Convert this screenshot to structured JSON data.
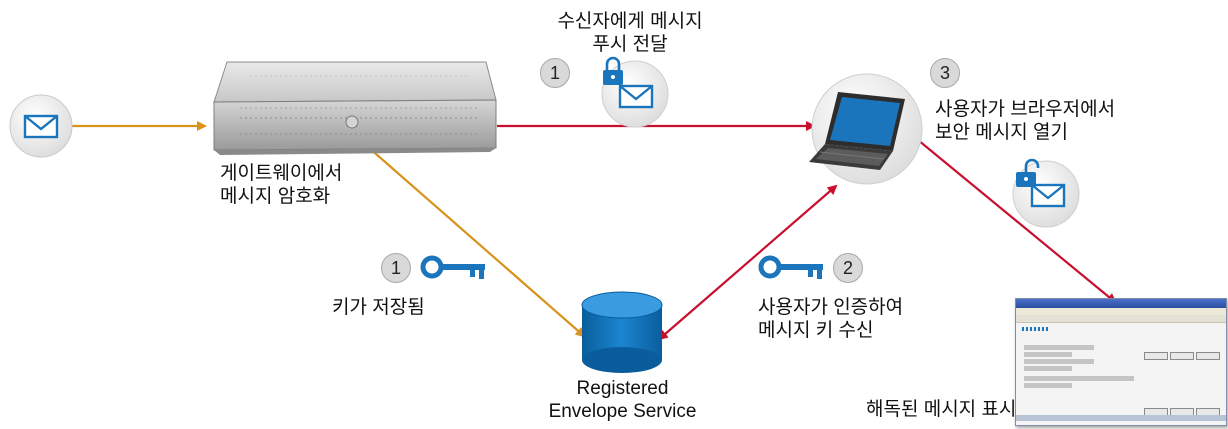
{
  "labels": {
    "gateway": [
      "게이트웨이에서",
      "메시지 암호화"
    ],
    "push": [
      "수신자에게 메시지",
      "푸시 전달"
    ],
    "browser_open": [
      "사용자가 브라우저에서",
      "보안 메시지 열기"
    ],
    "key_stored": "키가 저장됨",
    "auth": [
      "사용자가 인증하여",
      "메시지 키 수신"
    ],
    "service": [
      "Registered",
      "Envelope Service"
    ],
    "decrypted": "해독된 메시지 표시"
  },
  "steps": {
    "push": "1",
    "key_stored": "1",
    "auth": "2",
    "browser_open": "3"
  },
  "colors": {
    "orange_arrow": "#D9931A",
    "red_arrow": "#C8102E",
    "blue": "#1B75BC",
    "database": "#0D6FB8"
  },
  "icons": {
    "envelope": "envelope-icon",
    "lock_closed": "lock-closed-icon",
    "lock_open": "lock-open-icon",
    "key": "key-icon",
    "server": "server-icon",
    "laptop": "laptop-icon",
    "database": "database-icon",
    "browser": "browser-window-icon"
  }
}
